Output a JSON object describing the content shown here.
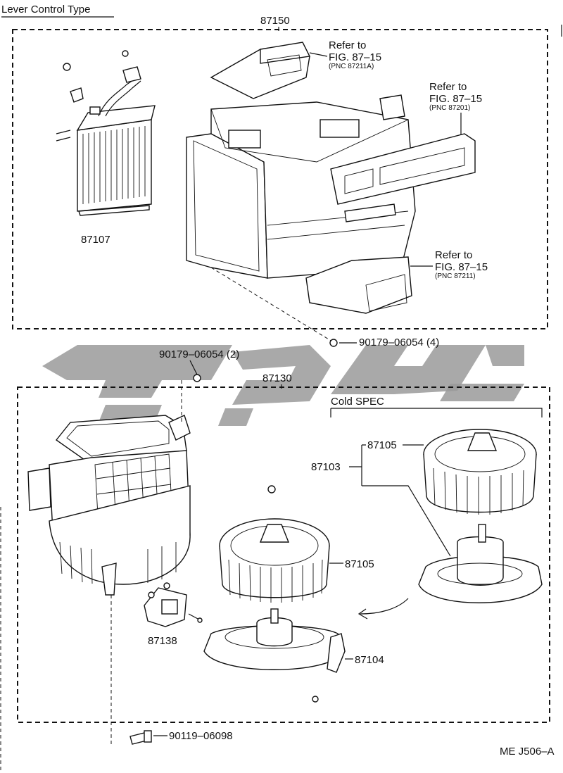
{
  "header": {
    "title": "Lever Control Type"
  },
  "upper_assembly": {
    "part_number": "87150",
    "ref1": {
      "line1": "Refer to",
      "line2": "FIG. 87–15",
      "pnc": "(PNC 87211A)"
    },
    "ref2": {
      "line1": "Refer to",
      "line2": "FIG. 87–15",
      "pnc": "(PNC 87201)"
    },
    "ref3": {
      "line1": "Refer to",
      "line2": "FIG. 87–15",
      "pnc": "(PNC 87211)"
    },
    "heater_core": "87107"
  },
  "fasteners": {
    "nut_right": "90179–06054 (4)",
    "nut_left": "90179–06054 (2)",
    "bolt_bottom": "90119–06098"
  },
  "lower_assembly": {
    "part_number": "87130",
    "cold_spec": "Cold SPEC",
    "fan_top": "87105",
    "motor_assy": "87103",
    "fan_mid": "87105",
    "resistor": "87138",
    "motor": "87104"
  },
  "footer": {
    "code": "ME J506–A"
  },
  "watermark": {
    "color": "#9a9a9a"
  }
}
